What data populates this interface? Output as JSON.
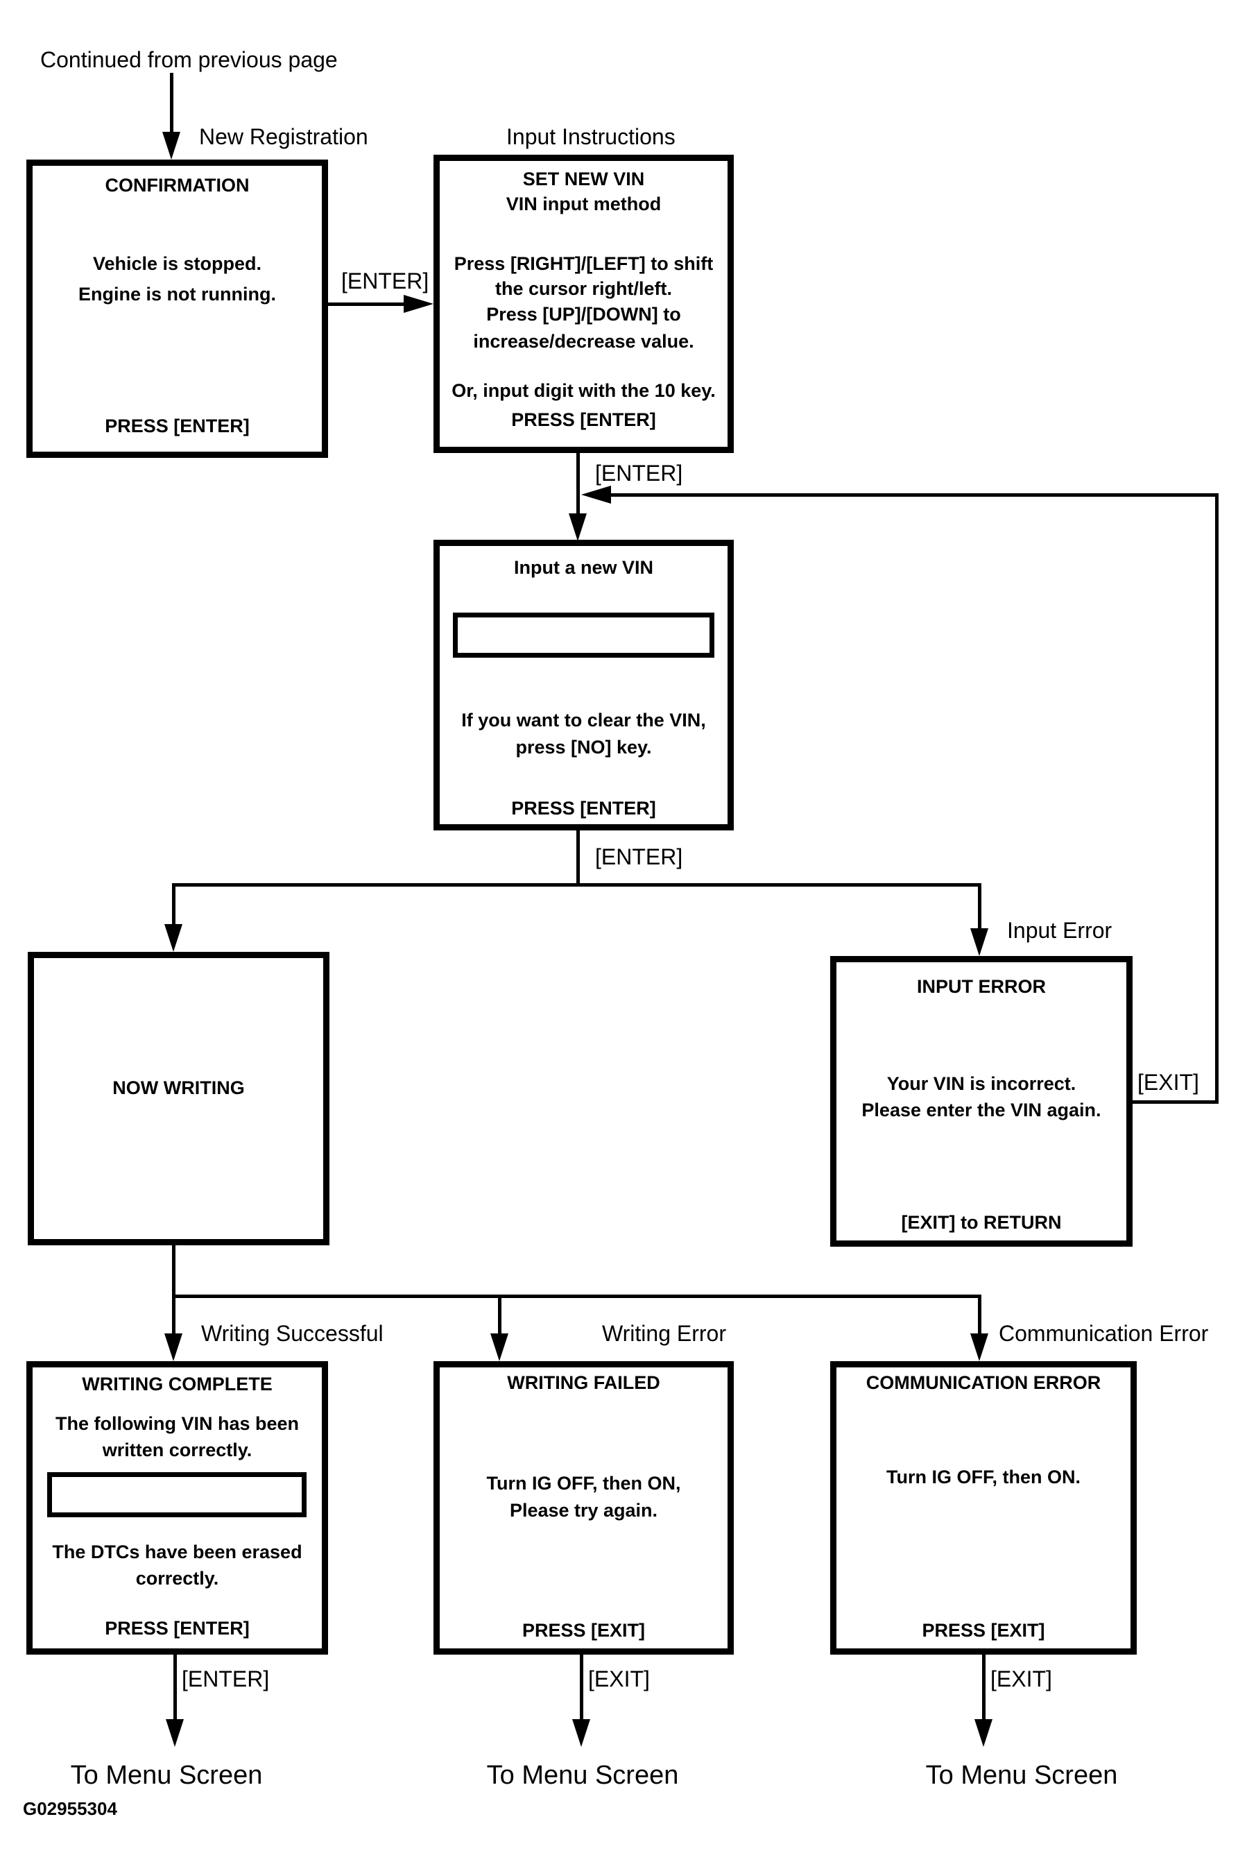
{
  "page": {
    "continued_from": "Continued from previous page",
    "figure_id": "G02955304",
    "ink_color": "#000000",
    "background_color": "#ffffff"
  },
  "edge_labels": {
    "new_registration": "New Registration",
    "input_instructions": "Input Instructions",
    "confirm_to_instructions": "[ENTER]",
    "instructions_to_input": "[ENTER]",
    "input_to_branch": "[ENTER]",
    "input_error": "Input Error",
    "error_exit_loop": "[EXIT]",
    "writing_successful": "Writing Successful",
    "writing_error": "Writing Error",
    "communication_error": "Communication Error",
    "complete_exit": "[ENTER]",
    "failed_exit": "[EXIT]",
    "comm_exit": "[EXIT]"
  },
  "terminals": {
    "menu_1": "To Menu Screen",
    "menu_2": "To Menu Screen",
    "menu_3": "To Menu Screen"
  },
  "boxes": {
    "confirmation": {
      "title": "CONFIRMATION",
      "line1": "Vehicle is stopped.",
      "line2": "Engine is not running.",
      "footer": "PRESS [ENTER]"
    },
    "set_new_vin": {
      "title1": "SET NEW VIN",
      "title2": "VIN input method",
      "line1": "Press [RIGHT]/[LEFT] to shift",
      "line2": "the cursor right/left.",
      "line3": "Press [UP]/[DOWN] to",
      "line4": "increase/decrease value.",
      "line5": "Or, input digit with the 10 key.",
      "footer": "PRESS [ENTER]"
    },
    "input_new_vin": {
      "title": "Input a new VIN",
      "vin_value": "",
      "line1": "If you want to clear the VIN,",
      "line2": "press [NO] key.",
      "footer": "PRESS [ENTER]"
    },
    "now_writing": {
      "title": "NOW WRITING"
    },
    "input_error": {
      "title": "INPUT ERROR",
      "line1": "Your VIN is incorrect.",
      "line2": "Please enter the VIN again.",
      "footer": "[EXIT] to RETURN"
    },
    "writing_complete": {
      "title": "WRITING COMPLETE",
      "line1": "The following VIN has been",
      "line2": "written correctly.",
      "vin_value": "",
      "line3": "The DTCs have been erased",
      "line4": "correctly.",
      "footer": "PRESS [ENTER]"
    },
    "writing_failed": {
      "title": "WRITING FAILED",
      "line1": "Turn IG OFF, then ON,",
      "line2": "Please try again.",
      "footer": "PRESS [EXIT]"
    },
    "communication_error": {
      "title": "COMMUNICATION ERROR",
      "line1": "Turn IG OFF, then ON.",
      "footer": "PRESS [EXIT]"
    }
  }
}
